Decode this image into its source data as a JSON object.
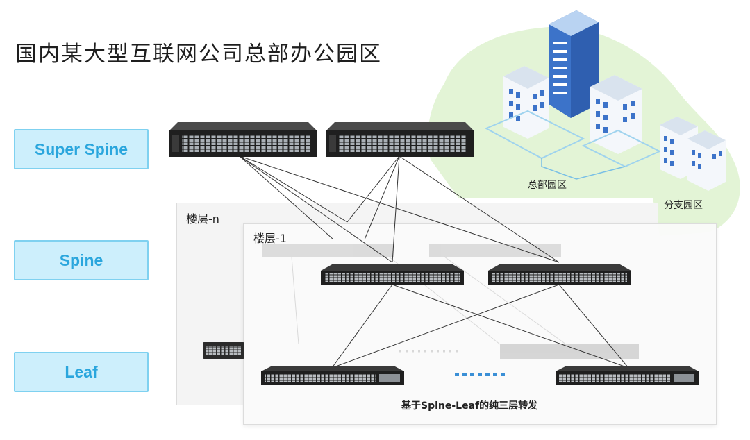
{
  "title": "国内某大型互联网公司总部办公园区",
  "tiers": {
    "super_spine": "Super Spine",
    "spine": "Spine",
    "leaf": "Leaf"
  },
  "floors": {
    "back": "楼层-n",
    "front": "楼层-1"
  },
  "campus": {
    "hq": "总部园区",
    "branch": "分支园区"
  },
  "caption": "基于Spine-Leaf的纯三层转发",
  "colors": {
    "tier_fill": "#cdeffc",
    "tier_border": "#7fd1f0",
    "tier_text": "#2aa6dd",
    "campus_bg": "#e3f4d6",
    "dots": "#3a8fd6"
  }
}
